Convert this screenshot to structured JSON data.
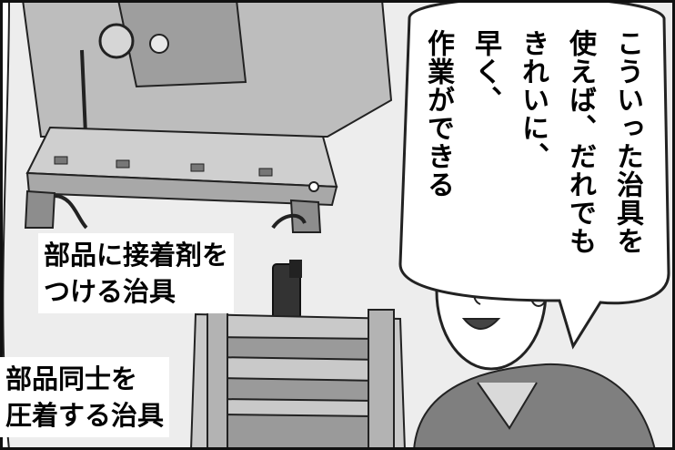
{
  "speech_bubble": {
    "lines": [
      "こういった治具を",
      "使えば、だれでも",
      "きれいに、",
      "早く、",
      "作業ができる"
    ]
  },
  "captions": {
    "glue_jig": [
      "部品に接着剤を",
      "つける治具"
    ],
    "press_jig": [
      "部品同士を",
      "圧着する治具"
    ]
  }
}
